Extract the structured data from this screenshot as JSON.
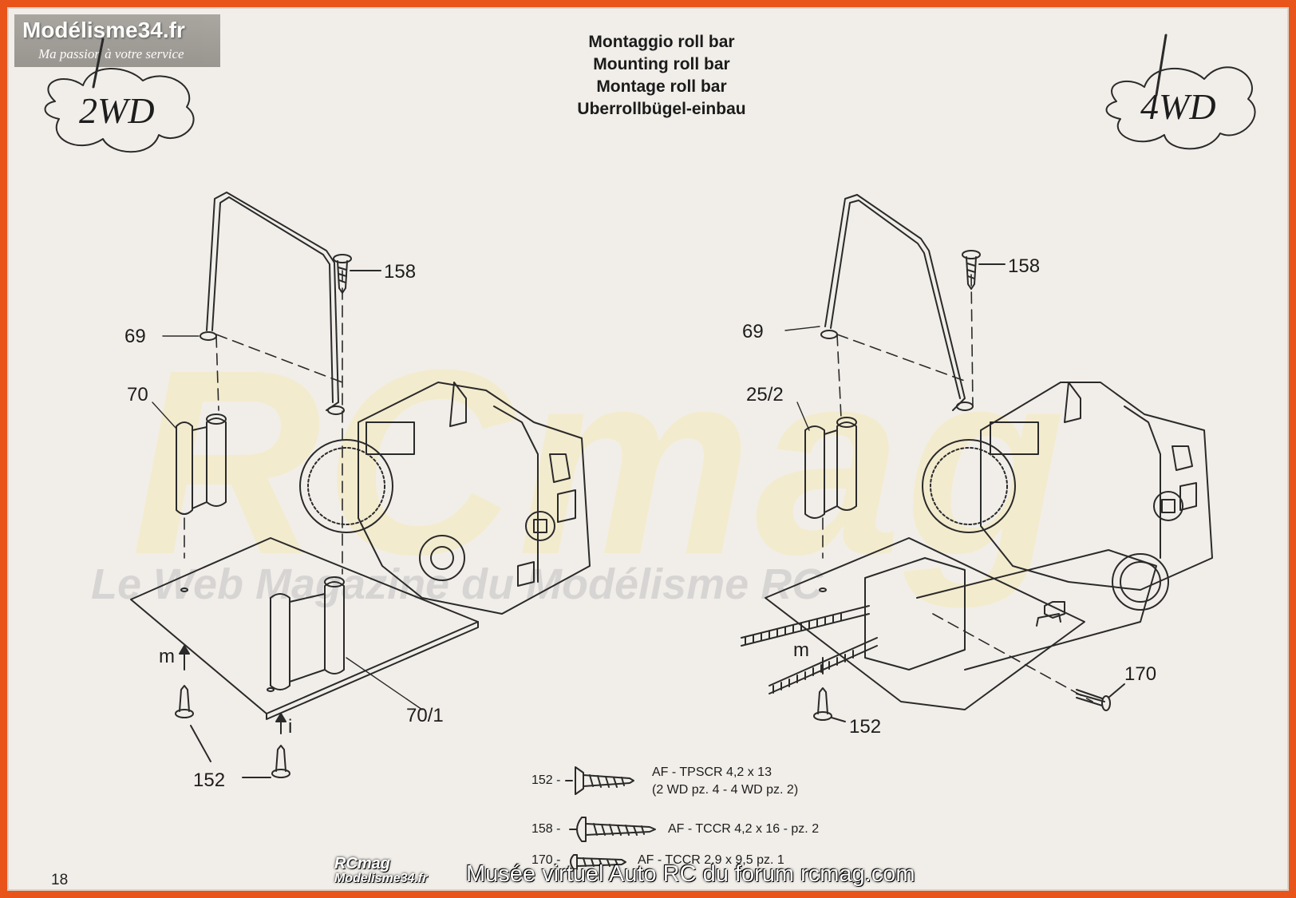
{
  "watermark": {
    "site": "Modélisme34.fr",
    "tagline": "Ma passion à votre service"
  },
  "titles": [
    "Montaggio roll bar",
    "Mounting roll bar",
    "Montage roll bar",
    "Uberrollbügel-einbau"
  ],
  "badges": {
    "left": "2WD",
    "right": "4WD"
  },
  "background": {
    "brand": "RCmag",
    "tagline": "Le Web Magazine du Modélisme RC"
  },
  "callouts": {
    "left": {
      "c158": "158",
      "c69": "69",
      "c70": "70",
      "c701": "70/1",
      "cm": "m",
      "ci": "i",
      "c152": "152"
    },
    "right": {
      "c158": "158",
      "c69": "69",
      "c252": "25/2",
      "cm": "m",
      "c152": "152",
      "c170": "170"
    }
  },
  "screws": [
    {
      "code": "152 -",
      "desc": "AF - TPSCR 4,2 x 13",
      "desc2": "(2 WD pz. 4 - 4 WD pz. 2)"
    },
    {
      "code": "158 -",
      "desc": "AF - TCCR 4,2 x 16 - pz. 2"
    },
    {
      "code": "170 -",
      "desc": "AF - TCCR 2,9 x 9,5 pz. 1"
    }
  ],
  "page_number": "18",
  "footer": {
    "logo_top": "RCmag",
    "logo_bottom": "Modelisme34.fr",
    "caption": "Musée virtuel Auto RC du forum rcmag.com"
  },
  "colors": {
    "frame": "#e9541a",
    "paper": "#f1eee9",
    "ink": "#1d1d1d"
  }
}
